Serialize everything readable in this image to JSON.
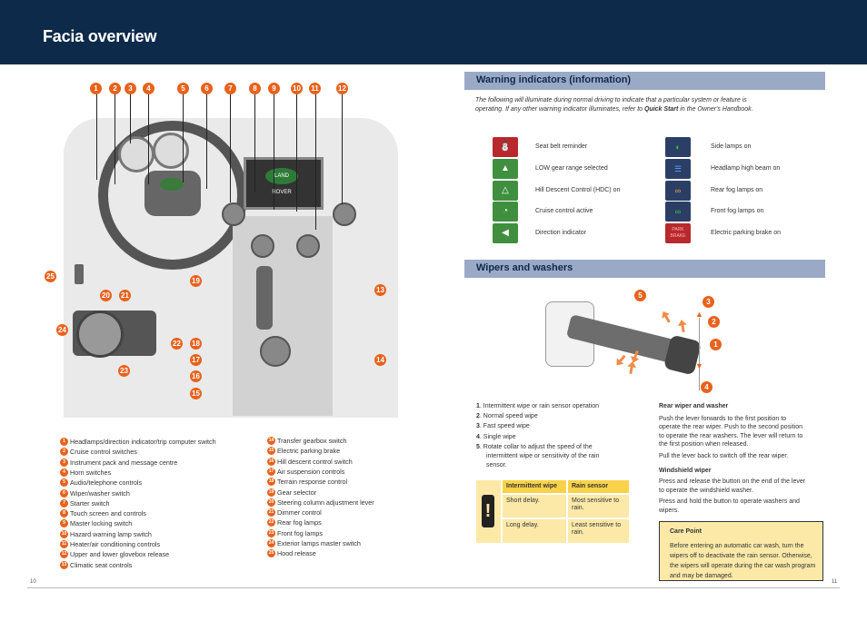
{
  "header": {
    "title": "Facia overview"
  },
  "diagram": {
    "numbers": [
      "1",
      "2",
      "3",
      "4",
      "5",
      "6",
      "7",
      "8",
      "9",
      "10",
      "11",
      "12",
      "13",
      "14",
      "15",
      "16",
      "17",
      "18",
      "19",
      "20",
      "21",
      "22",
      "23",
      "24",
      "25"
    ],
    "screen_logo": "LAND ROVER"
  },
  "legend": {
    "left": [
      {
        "n": "1",
        "label": "Headlamps/direction indicator/trip computer switch"
      },
      {
        "n": "2",
        "label": "Cruise control switches"
      },
      {
        "n": "3",
        "label": "Instrument pack and message centre"
      },
      {
        "n": "4",
        "label": "Horn switches"
      },
      {
        "n": "5",
        "label": "Audio/telephone controls"
      },
      {
        "n": "6",
        "label": "Wiper/washer switch"
      },
      {
        "n": "7",
        "label": "Starter switch"
      },
      {
        "n": "8",
        "label": "Touch screen and controls"
      },
      {
        "n": "9",
        "label": "Master locking switch"
      },
      {
        "n": "10",
        "label": "Hazard warning lamp switch"
      },
      {
        "n": "11",
        "label": "Heater/air conditioning controls"
      },
      {
        "n": "12",
        "label": "Upper and lower glovebox release"
      },
      {
        "n": "13",
        "label": "Climatic seat controls"
      }
    ],
    "right": [
      {
        "n": "14",
        "label": "Transfer gearbox switch"
      },
      {
        "n": "15",
        "label": "Electric parking brake"
      },
      {
        "n": "16",
        "label": "Hill descent control switch"
      },
      {
        "n": "17",
        "label": "Air suspension controls"
      },
      {
        "n": "18",
        "label": "Terrain response control"
      },
      {
        "n": "19",
        "label": "Gear selector"
      },
      {
        "n": "20",
        "label": "Steering column adjustment lever"
      },
      {
        "n": "21",
        "label": "Dimmer control"
      },
      {
        "n": "22",
        "label": "Rear fog lamps"
      },
      {
        "n": "23",
        "label": "Front fog lamps"
      },
      {
        "n": "24",
        "label": "Exterior lamps master switch"
      },
      {
        "n": "25",
        "label": "Hood release"
      }
    ]
  },
  "warning": {
    "title": "Warning indicators (information)",
    "intro_a": "The following will illuminate during normal driving to indicate that a particular system or feature is operating. If any other warning indicator illuminates, refer to ",
    "intro_b": "Quick Start",
    "intro_c": " in the Owner's Handbook.",
    "left_items": [
      {
        "label": "Seat belt reminder",
        "color": "#b8292d",
        "icon": "seatbelt-icon"
      },
      {
        "label": "LOW gear range selected",
        "color": "#3f8f3f",
        "icon": "low-range-icon"
      },
      {
        "label": "Hill Descent Control (HDC) on",
        "color": "#3f8f3f",
        "icon": "hdc-icon"
      },
      {
        "label": "Cruise control active",
        "color": "#3f8f3f",
        "icon": "cruise-icon"
      },
      {
        "label": "Direction indicator",
        "color": "#3f8f3f",
        "icon": "arrow-left-icon"
      }
    ],
    "right_items": [
      {
        "label": "Side lamps on",
        "color": "#2b3f66",
        "icon": "side-lamps-icon"
      },
      {
        "label": "Headlamp high beam on",
        "color": "#2b3f66",
        "icon": "high-beam-icon"
      },
      {
        "label": "Rear fog lamps on",
        "color": "#2b3f66",
        "icon": "rear-fog-icon"
      },
      {
        "label": "Front fog lamps on",
        "color": "#2b3f66",
        "icon": "front-fog-icon"
      },
      {
        "label": "Electric parking brake on",
        "color": "#b8292d",
        "icon": "park-brake-icon",
        "glyph": "PARK BRAKE"
      }
    ]
  },
  "wipers": {
    "title": "Wipers and washers",
    "callouts": [
      "5",
      "3",
      "2",
      "1",
      "4"
    ],
    "steps": [
      {
        "n": "1",
        "text": ". Intermittent wipe or rain sensor operation"
      },
      {
        "n": "2",
        "text": ". Normal speed wipe"
      },
      {
        "n": "3",
        "text": ". Fast speed wipe"
      },
      {
        "n": "4",
        "text": ". Single wipe"
      },
      {
        "n": "5",
        "text": ". Rotate collar to adjust the speed of the"
      },
      {
        "n": "",
        "text": "intermittent wipe or sensitivity of the rain"
      },
      {
        "n": "",
        "text": "sensor."
      }
    ],
    "table": {
      "headers": [
        "Intermittent wipe",
        "Rain sensor"
      ],
      "rows": [
        [
          "Short delay.",
          "Most sensitive to rain."
        ],
        [
          "Long delay.",
          "Least sensitive to rain."
        ]
      ]
    },
    "rear_title": "Rear wiper and washer",
    "rear_p1": "Push the lever forwards to the first position to operate the rear wiper. Push to the second position to operate the rear washers. The lever will return to the first position when released.",
    "rear_p2": "Pull the lever back to switch off the rear wiper.",
    "wind_title": "Windshield wiper",
    "wind_p1": "Press and release the button on the end of the lever to operate the windshield washer.",
    "wind_p2": "Press and hold the button to operate washers and wipers.",
    "care_title": "Care Point",
    "care_text": "Before entering an automatic car wash, turn the wipers off to deactivate the rain sensor. Otherwise, the wipers will operate during the car wash program and may be damaged."
  },
  "page": {
    "left": "10",
    "right": "11"
  }
}
